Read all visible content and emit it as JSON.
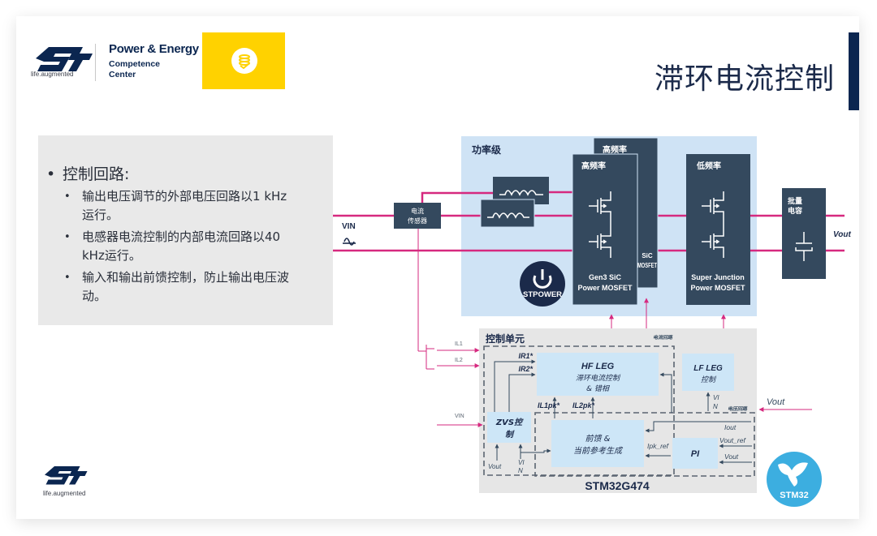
{
  "header": {
    "brand_tagline": "life.augmented",
    "center_title": "Power & Energy",
    "center_subtitle_line1": "Competence",
    "center_subtitle_line2": "Center",
    "page_title": "滞环电流控制"
  },
  "bullets": {
    "heading": "控制回路:",
    "items": [
      {
        "line1": "输出电压调节的外部电压回路以1 kHz",
        "line2": "运行。"
      },
      {
        "line1": "电感器电流控制的内部电流回路以40",
        "line2": "kHz运行。"
      },
      {
        "line1": "输入和输出前馈控制，防止输出电压波",
        "line2": "动。"
      }
    ]
  },
  "diagram": {
    "vin_label": "VIN",
    "current_sensor_line1": "电流",
    "current_sensor_line2": "传感器",
    "power_stage_label": "功率级",
    "hf_back_label": "高频率",
    "hf_back_device_line1": "SiC",
    "hf_back_device_line2": "MOSFET",
    "hf_front_label": "高频率",
    "hf_front_device_line1": "Gen3 SiC",
    "hf_front_device_line2": "Power MOSFET",
    "lf_label": "低频率",
    "lf_device_line1": "Super Junction",
    "lf_device_line2": "Power MOSFET",
    "stpower_label": "STPOWER",
    "bulk_cap_line1": "批量",
    "bulk_cap_line2": "电容",
    "vout_label": "Vout",
    "control_unit_label": "控制单元",
    "current_loop_label": "电流回路",
    "voltage_loop_label": "电压回路",
    "il1": "IL1",
    "il2": "IL2",
    "vin_small": "VIN",
    "ir1": "IR1*",
    "ir2": "IR2*",
    "hf_leg_line1": "HF LEG",
    "hf_leg_line2": "滞环电流控制",
    "hf_leg_line3": "& 错相",
    "lf_leg_line1": "LF LEG",
    "lf_leg_line2": "控制",
    "lf_vin_line1": "VI",
    "lf_vin_line2": "N",
    "il1pk": "IL1pk*",
    "il2pk": "IL2pk*",
    "zvs_line1": "ZVS控",
    "zvs_line2": "制",
    "zvs_vout": "Vout",
    "zvs_vin_line1": "VI",
    "zvs_vin_line2": "N",
    "ff_line1": "前馈 &",
    "ff_line2": "当前参考生成",
    "ipk_ref": "Ipk_ref",
    "iout": "Iout",
    "pi_label": "PI",
    "vout_ref": "Vout_ref",
    "pi_vout": "Vout",
    "vout_in": "Vout",
    "mcu_label": "STM32G474",
    "stm32_label": "STM32"
  },
  "footer": {
    "brand_tagline": "life.augmented"
  },
  "colors": {
    "navy": "#0b2650",
    "box_dark": "#34495e",
    "power_bg": "#cfe3f5",
    "control_bg": "#e6e6e6",
    "block_light": "#cde6f7",
    "magenta": "#d6297f",
    "yellow": "#ffd200",
    "stm32_blue": "#3caee0"
  }
}
